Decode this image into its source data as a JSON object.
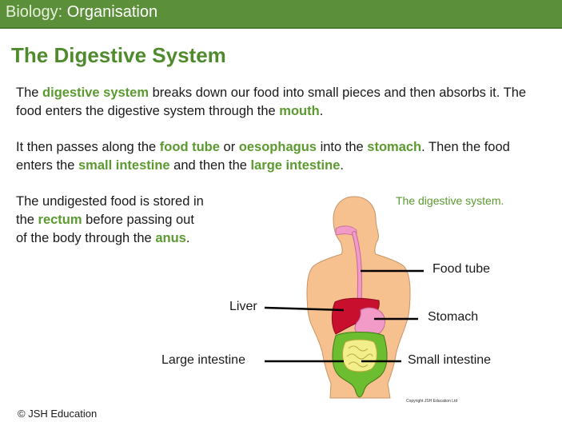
{
  "header": {
    "prefix": "Biology: ",
    "subject": "Organisation"
  },
  "title": "The Digestive System",
  "para1": {
    "t1": "The ",
    "h1": "digestive system",
    "t2": " breaks down our food into small pieces and then absorbs it. The food enters the digestive system through the ",
    "h2": "mouth",
    "t3": "."
  },
  "para2": {
    "t1": "It then passes along the ",
    "h1": "food tube",
    "t2": " or ",
    "h2": "oesophagus",
    "t3": " into the ",
    "h3": "stomach",
    "t4": ". Then the food enters the ",
    "h4": "small intestine",
    "t5": " and then the ",
    "h5": "large intestine",
    "t6": "."
  },
  "para3": {
    "t1": "The undigested food is stored in the ",
    "h1": "rectum",
    "t2": " before passing out of the body through the ",
    "h2": "anus",
    "t3": "."
  },
  "diagram": {
    "caption": "The digestive system.",
    "labels": {
      "food_tube": "Food tube",
      "stomach": "Stomach",
      "liver": "Liver",
      "large_intestine": "Large intestine",
      "small_intestine": "Small intestine"
    },
    "tiny_credit": "Copyright JSH Education Ltd"
  },
  "footer": {
    "copyright": "© JSH Education"
  },
  "colors": {
    "header_bg": "#5b8f3a",
    "accent_green": "#5b9a2f",
    "skin": "#f7c08f",
    "liver": "#c8102e",
    "stomach": "#f29ac8",
    "large_intestine": "#6cbd2f",
    "small_intestine": "#f3ee8c"
  }
}
